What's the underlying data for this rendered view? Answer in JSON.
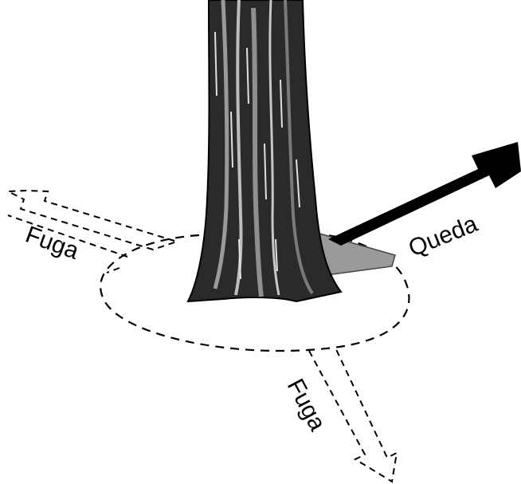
{
  "labels": {
    "fall": "Queda",
    "escape_left": "Fuga",
    "escape_bottom": "Fuga"
  },
  "colors": {
    "ink": "#000000",
    "bark_dark": "#1a1a1a",
    "bark_light": "#8a8a8a",
    "fall_zone": "#9a9a9a",
    "background": "#ffffff"
  }
}
